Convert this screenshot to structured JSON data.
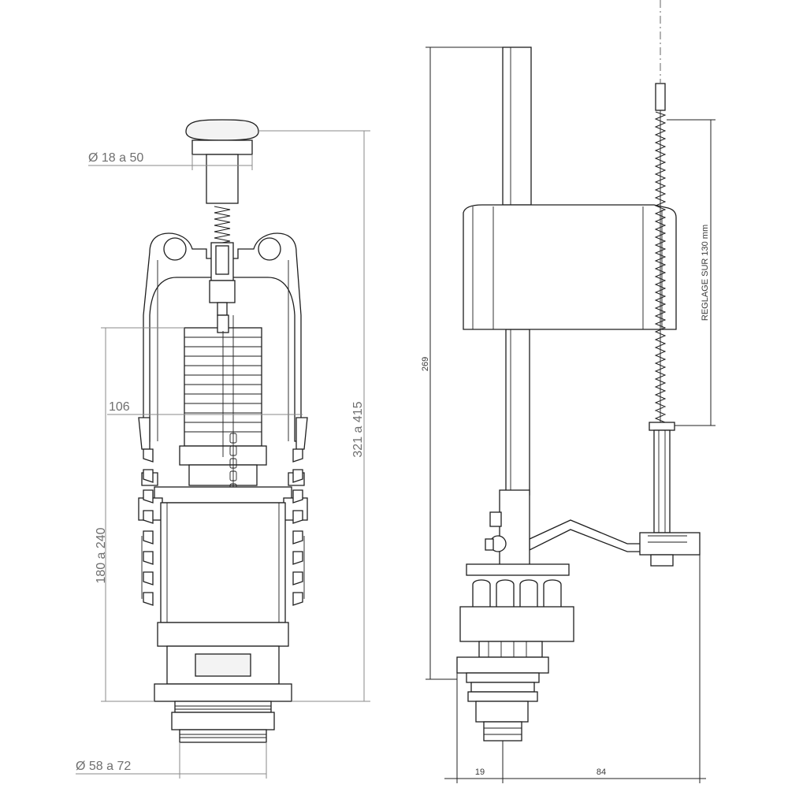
{
  "dimensions": {
    "diameter_pushbutton": "Ø 18 a 50",
    "width_flush": "106",
    "height_flush_adjust": "180 a 240",
    "height_flush_total": "321 a 415",
    "diameter_base": "Ø 58 a 72",
    "height_fill": "269",
    "adjust_range": "REGLAGE SUR 130 mm",
    "offset_small": "19",
    "offset_large": "84"
  },
  "colors": {
    "line": "#1e1e1e",
    "dimension": "#8a8a8a",
    "text": "#6f6f6f"
  }
}
